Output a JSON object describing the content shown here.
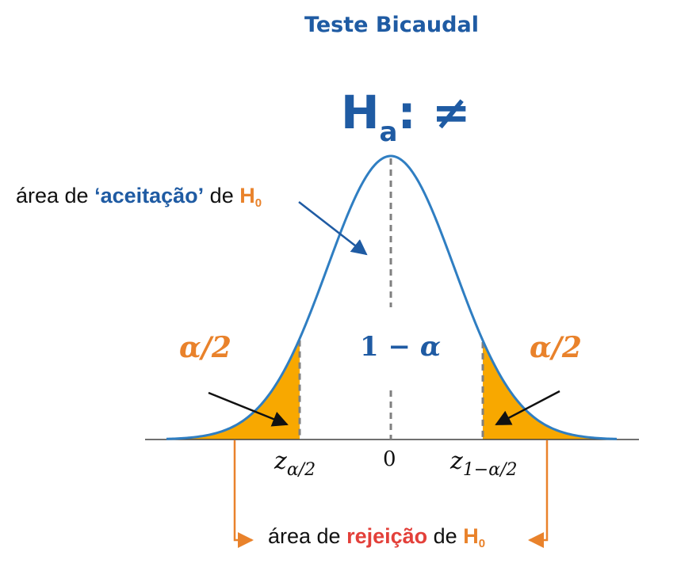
{
  "title": "Teste Bicaudal",
  "hypothesis": {
    "main": "H",
    "sub": "a",
    "rest": ": ≠"
  },
  "acceptance_label": {
    "pre": "área de ",
    "keyword": "‘aceitação’",
    "mid": " de ",
    "h": "H",
    "h_sub": "0"
  },
  "alpha_left": "α/2",
  "alpha_right": "α/2",
  "center_area": {
    "pre": "1 − ",
    "alpha": "α"
  },
  "ticks": {
    "left": {
      "z": "z",
      "sub": "α/2"
    },
    "center": "0",
    "right": {
      "z": "z",
      "sub": "1−α/2"
    }
  },
  "rejection_label": {
    "pre": "área de ",
    "keyword": "rejeição",
    "mid": " de ",
    "h": "H",
    "h_sub": "0"
  },
  "colors": {
    "curve": "#2f7ec2",
    "blue_text": "#1f5ba3",
    "orange": "#e9822b",
    "tail_fill": "#f8a800",
    "reject_red": "#e3403a",
    "dashed": "#808080",
    "axis": "#404040"
  }
}
